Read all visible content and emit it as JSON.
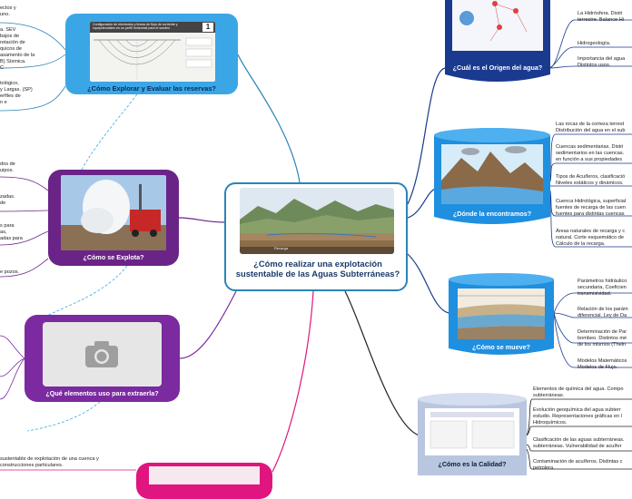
{
  "center": {
    "title": "¿Cómo realizar una explotación sustentable de las Aguas Subterráneas?",
    "image_label": "Recarga"
  },
  "nodes": {
    "explorar": {
      "label": "¿Cómo Explorar y Evaluar las reservas?",
      "img_title": "Configuración de electrodos y líneas de flujo de corriente y equipotenciales en un perfil horizontal  para el sondeo",
      "img_number": "1"
    },
    "origen": {
      "label": "¿Cuál es el Origen del agua?"
    },
    "encontramos": {
      "label": "¿Dónde la encontramos?"
    },
    "mueve": {
      "label": "¿Cómo se mueve?"
    },
    "calidad": {
      "label": "¿Cómo es la Calidad?"
    },
    "explota": {
      "label": "¿Cómo se Explota?"
    },
    "elementos": {
      "label": "¿Qué elementos uso para extraerla?"
    }
  },
  "left_texts": {
    "explorar": [
      "ectos y\nuno.",
      "a. SEV\nbajos de\nretación de\nquicos de\nasamento de la\nB) Sísmica.\nC",
      "tológico,\ny Largas. (SP)\nerfiles de\nn e"
    ],
    "explota": [
      "dos de\nuipos.",
      "zadas.\nde",
      "s para\nas,\nadas para",
      "e pozos."
    ],
    "bottom": "sustentable de explotación de una cuenca y\nconstrucciones particulares."
  },
  "right_texts": {
    "origen": [
      "La Hidrósfera. Distri\nterrestre. Balance Hi",
      "Hidrogeología.",
      "Importancia del agua\nDistintos usos."
    ],
    "encontramos": [
      "Las rocas de la corteza terrest\nDistribución del agua en el sub",
      "Cuencas sedimentarias. Distri\nsedimentarios en las cuencas.\nen función a sus propiedades",
      "Tipos de Acuíferos, clasificació\nNiveles estáticos y dinámicos.",
      "Cuenca Hidrológica, superficial\nfuentes de recarga de las cuen\nfuentes para distintas cuencas",
      "Áreas naturales de recarga y c\nnatural. Corte esquemático de\nCálculo de la recarga."
    ],
    "mueve": [
      "Parámetros hidráulico\nsecundaria, Coeficien\ntransmisividad.",
      "Relación de los parám\ndiferencial. Ley de Da",
      "Determinación de Par\nbombeo. Distintos mé\nde los mismos (Thein",
      "Modelos Matemáticos\nModelos de Flujo."
    ],
    "calidad": [
      "Elementos de química del agua. Compo\nsubterráneas.",
      "Evolución geoquímica del agua subterr\nestudio. Representaciones gráficas en l\nHidroquímicos.",
      "Clasificación de las aguas subterráneas.\nsubterráneas. Vulnerabilidad de acuífer",
      "Contaminación de acuíferos. Distintas c\npetrolera."
    ]
  },
  "colors": {
    "blue_box": "#3aa6e6",
    "purple_box": "#6a2487",
    "purple_box2": "#7b2aa0",
    "pink_box": "#e0157f",
    "navy_cylinder": "#1a3a8f",
    "blue_cylinder": "#1f8fe0",
    "grey_cylinder": "#b8c6e0"
  }
}
